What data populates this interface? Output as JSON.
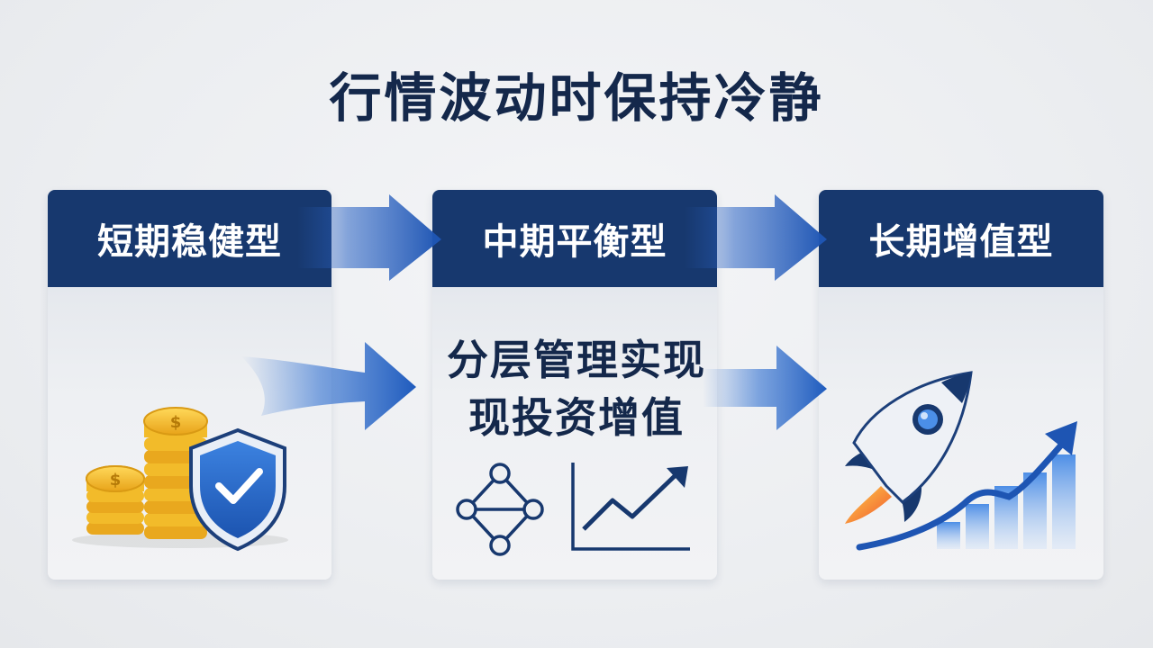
{
  "title": "行情波动时保持冷静",
  "cards": [
    {
      "label": "短期稳健型",
      "icon": "coins-shield-icon"
    },
    {
      "label": "中期平衡型",
      "icon": "network-chart-icon"
    },
    {
      "label": "长期增值型",
      "icon": "rocket-growth-icon"
    }
  ],
  "center_text": {
    "line1": "分层管理实现",
    "line2": "现投资增值"
  },
  "coin_symbol": "$",
  "colors": {
    "navy": "#17386e",
    "title": "#14284b",
    "arrow_blue": "#1e5bb8",
    "gold": "#f0b421",
    "shield_blue": "#2a6bcc",
    "flame_orange": "#f07a2a"
  }
}
